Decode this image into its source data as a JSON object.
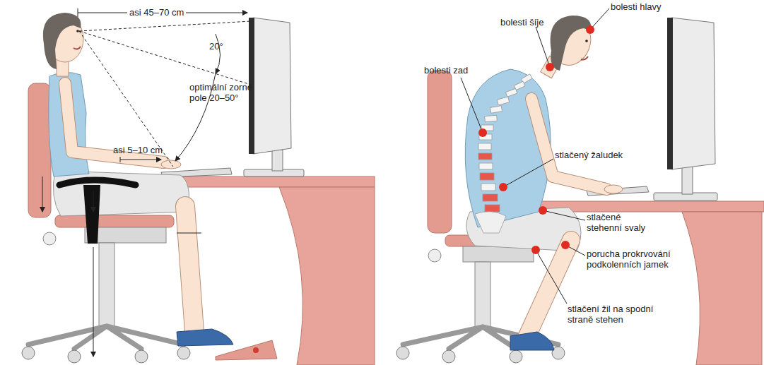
{
  "diagram": {
    "labels": [
      "asi 45–70 cm",
      "20°",
      "optimální zorné pole 20–50°",
      "asi 5–10 cm",
      "bolesti šíje",
      "bolesti hlavy",
      "bolesti zad",
      "stlačený žaludek",
      "stlačené stehenní svaly",
      "porucha prokrvování podkolenních jamek",
      "stlačení žil na spodní straně stehen"
    ]
  }
}
